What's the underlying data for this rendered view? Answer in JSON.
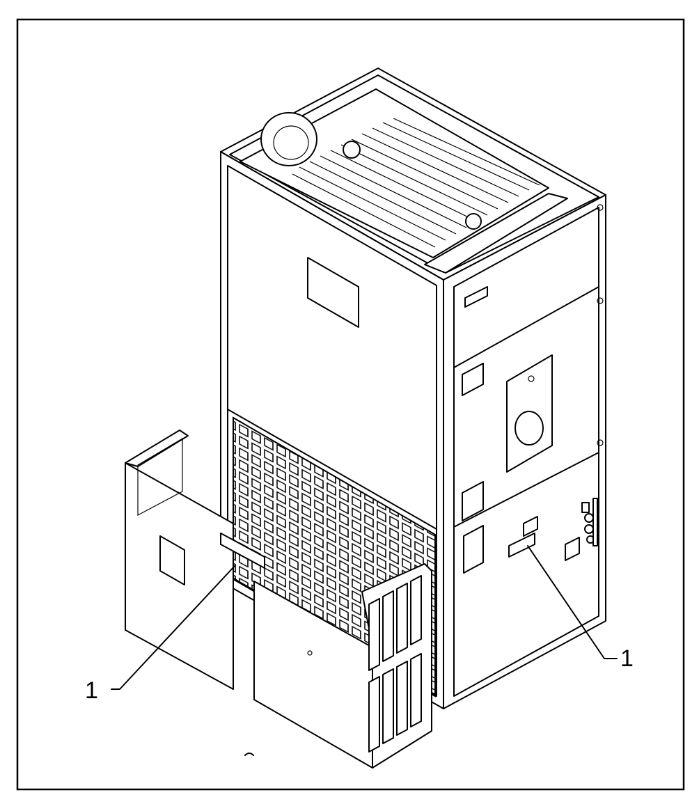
{
  "diagram": {
    "callouts": [
      {
        "id": "left",
        "label": "1"
      },
      {
        "id": "right",
        "label": "1"
      }
    ]
  }
}
